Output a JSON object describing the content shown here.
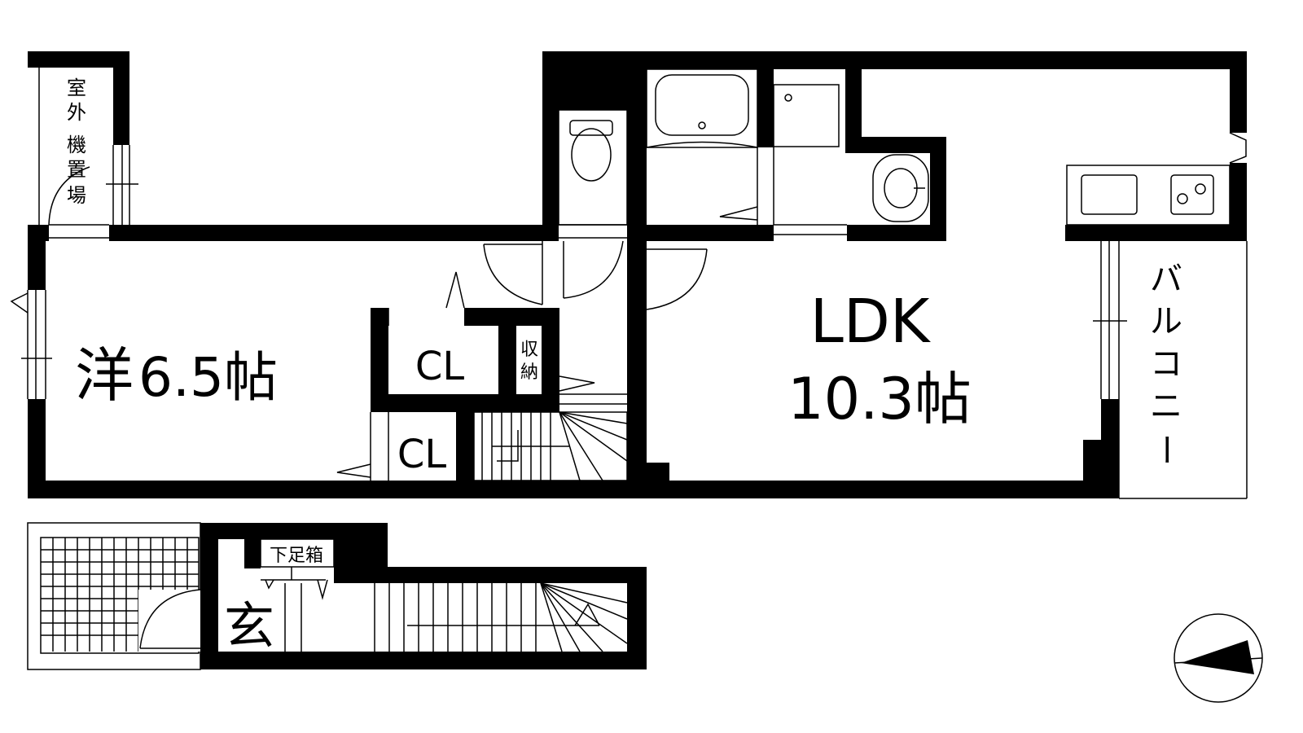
{
  "rooms": {
    "western": {
      "name": "洋",
      "size": "6.5帖"
    },
    "ldk": {
      "name": "LDK",
      "size": "10.3帖"
    },
    "cl_upper": "CL",
    "cl_lower": "CL",
    "storage": [
      "収",
      "納"
    ],
    "balcony": [
      "バ",
      "ル",
      "コ",
      "ニ",
      "ー"
    ],
    "outdoor_unit": [
      "室",
      "外",
      "機",
      "置",
      "場"
    ],
    "entrance": "玄",
    "shoe_box": "下足箱"
  },
  "colors": {
    "wall": "#000000",
    "background": "#ffffff"
  }
}
